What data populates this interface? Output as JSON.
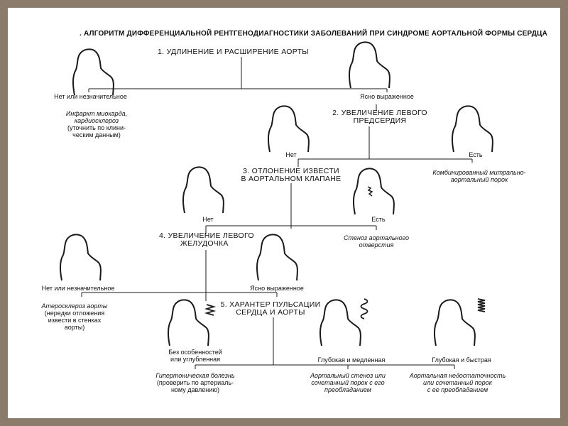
{
  "title": ". АЛГОРИТМ ДИФФЕРЕНЦИАЛЬНОЙ РЕНТГЕНОДИАГНОСТИКИ ЗАБОЛЕВАНИЙ ПРИ СИНДРОМЕ АОРТАЛЬНОЙ ФОРМЫ СЕРДЦА",
  "steps": [
    {
      "line1": "1. УДЛИНЕНИЕ И РАСШИРЕНИЕ АОРТЫ",
      "line2": ""
    },
    {
      "line1": "2. УВЕЛИЧЕНИЕ ЛЕВОГО",
      "line2": "ПРЕДСЕРДИЯ"
    },
    {
      "line1": "3. ОТЛОНЕНИЕ ИЗВЕСТИ",
      "line2": "В АОРТАЛЬНОМ КЛАПАНЕ"
    },
    {
      "line1": "4. УВЕЛИЧЕНИЕ ЛЕВОГО",
      "line2": "ЖЕЛУДОЧКА"
    },
    {
      "line1": "5. ХАРАНТЕР ПУЛЬСАЦИИ",
      "line2": "СЕРДЦА И АОРТЫ"
    }
  ],
  "labels": {
    "s1_left": "Нет или незначительное",
    "s1_right": "Ясно выраженное",
    "s2_no": "Нет",
    "s2_yes": "Есть",
    "s3_no": "Нет",
    "s3_yes": "Есть",
    "s4_left": "Нет или незначительное",
    "s4_right": "Ясно выраженное",
    "s5_a1": "Без особенностей",
    "s5_a2": "или углубленная",
    "s5_b": "Глубокая и медленная",
    "s5_c": "Глубокая и быстрая"
  },
  "conclusions": {
    "infarct": [
      "Инфаркт миокарда,",
      "кардиосклероз",
      "(уточнить по клини-",
      "ческим данным)"
    ],
    "combined": [
      "Комбинированный митрально-",
      "аортальный порок"
    ],
    "stenosis": [
      "Стеноз аортального",
      "отверстия"
    ],
    "athero": [
      "Атеросклероз аорты",
      "(нередки отложения",
      "извести в стенках",
      "аорты)"
    ],
    "hypertension": [
      "Гипертоническая болезнь",
      "(проверить по артериаль-",
      "ному давлению)"
    ],
    "aortic_stenosis": [
      "Аортальный стеноз или",
      "сочетанный порок с его",
      "преобладанием"
    ],
    "aortic_insufficiency": [
      "Аортальная недостаточность",
      "или сочетанный порок",
      "с ее преобладанием"
    ]
  }
}
